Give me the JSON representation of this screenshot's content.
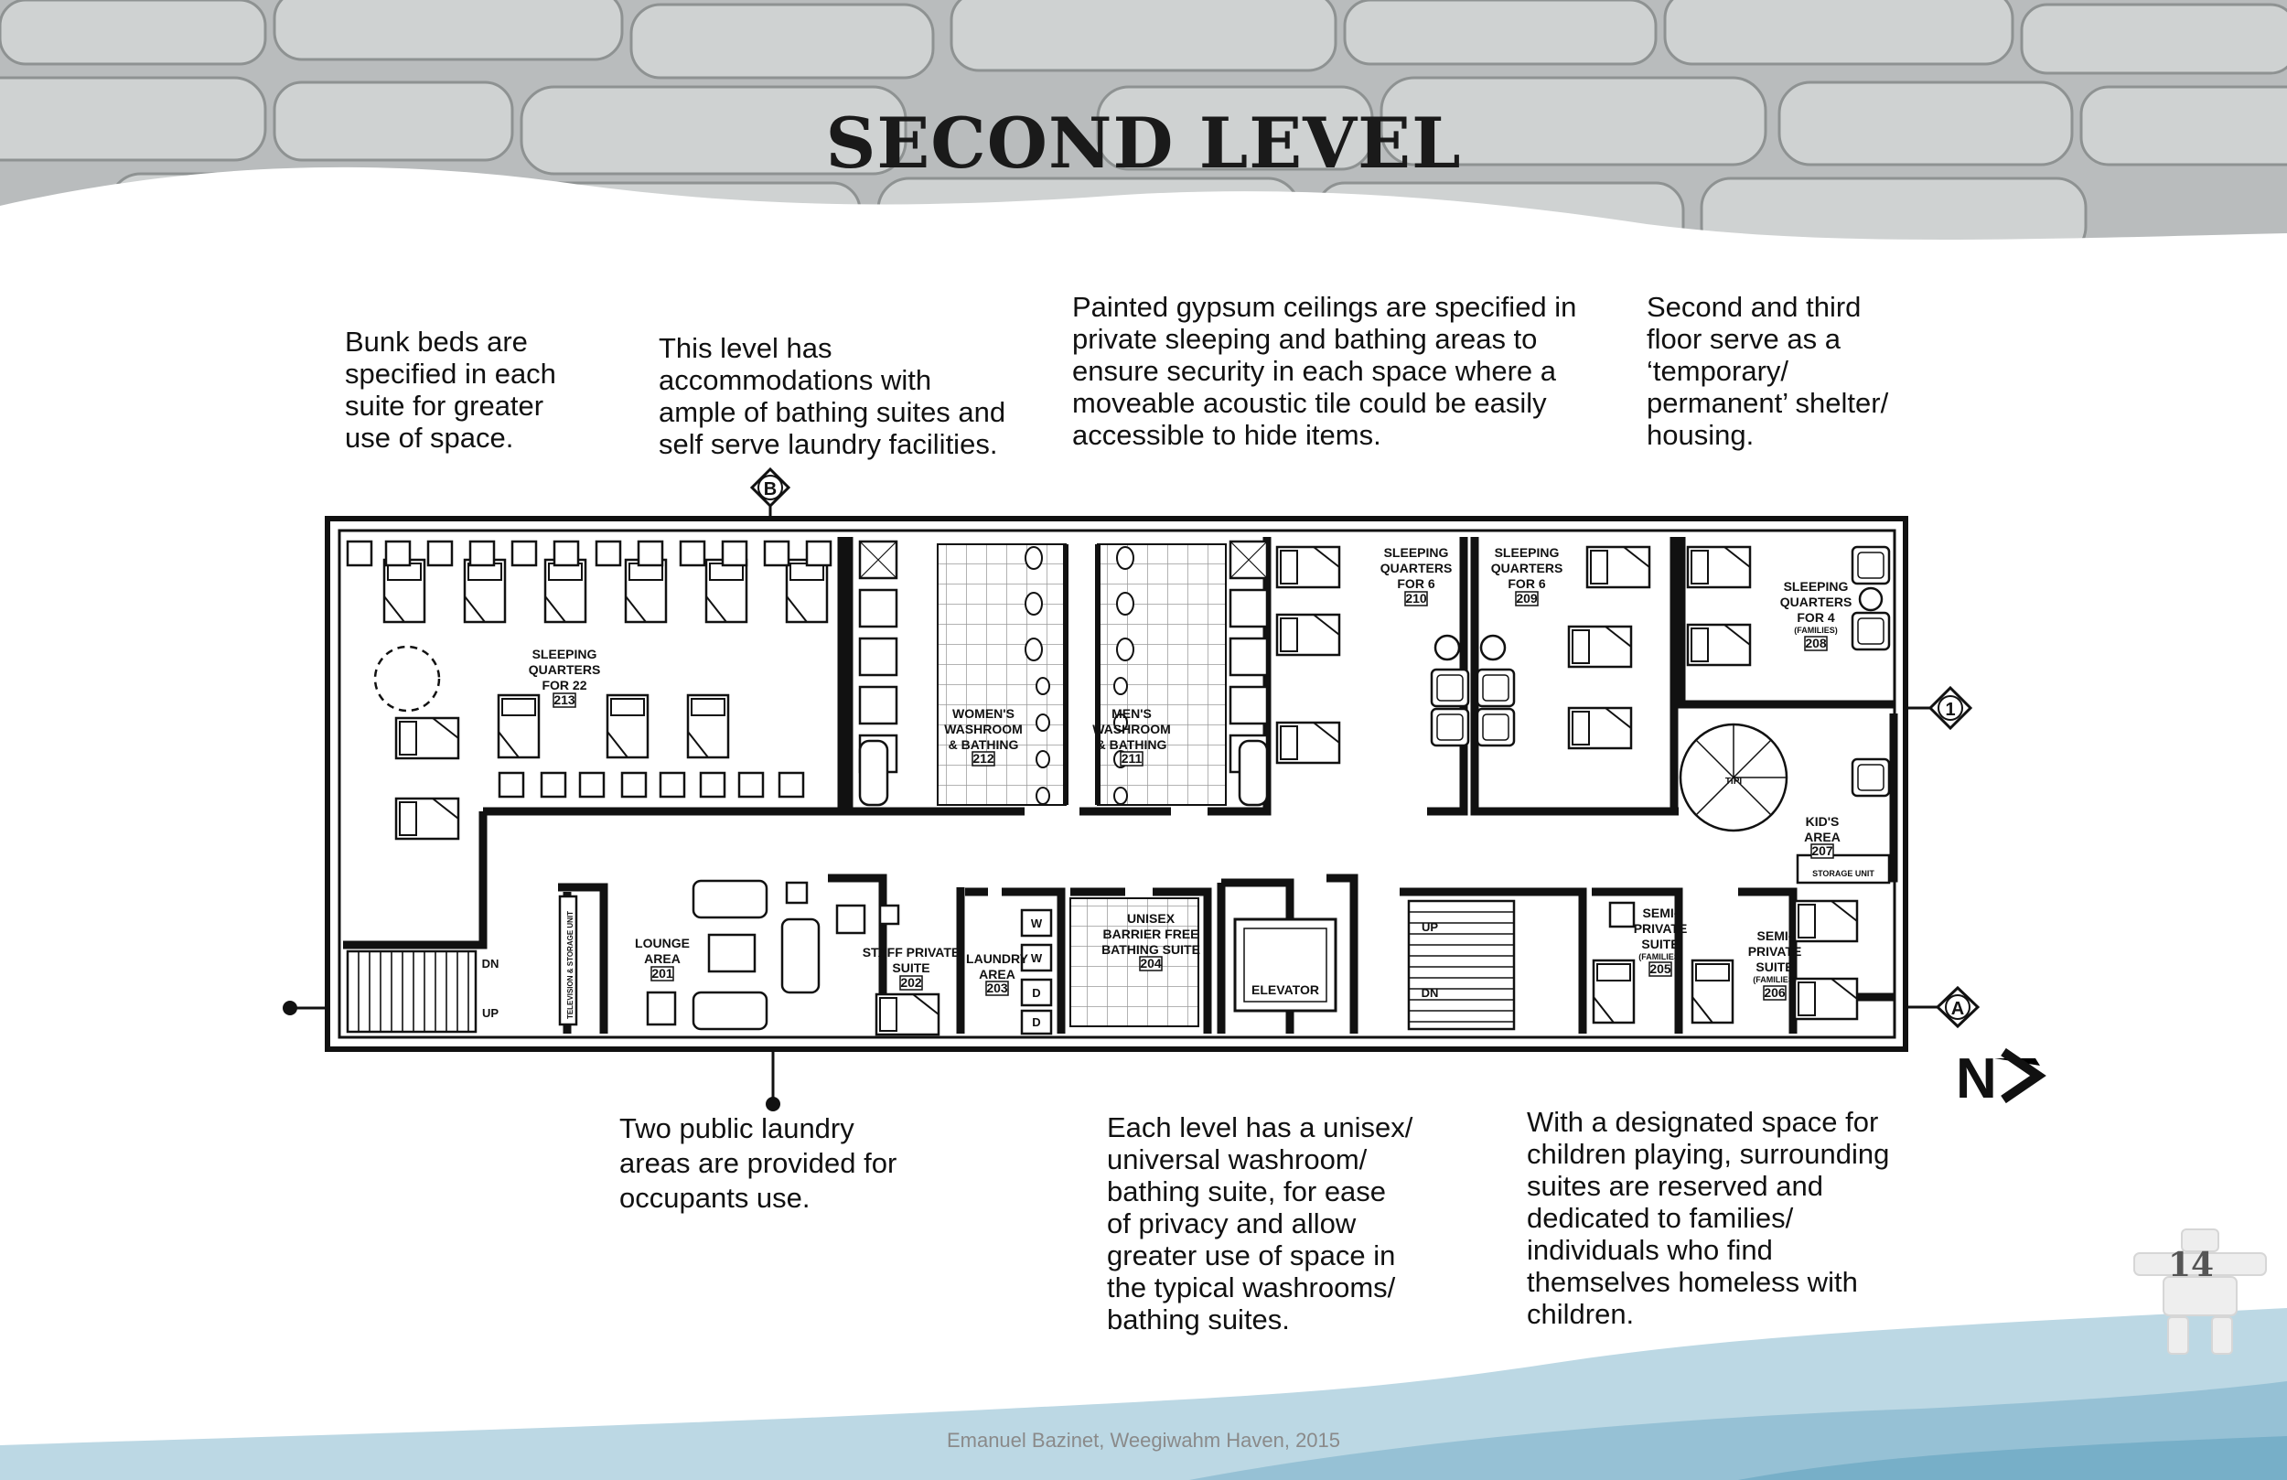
{
  "page": {
    "title": "SECOND LEVEL",
    "footer": "Emanuel Bazinet, Weegiwahm Haven, 2015",
    "page_number": "14"
  },
  "notes": [
    {
      "id": "bunk",
      "lines": [
        "Bunk beds are",
        "specified in each",
        "suite for greater",
        "use of space."
      ]
    },
    {
      "id": "bath",
      "lines": [
        "This level has",
        "accommodations with",
        "ample of bathing suites and",
        "self serve laundry facilities."
      ]
    },
    {
      "id": "ceil",
      "lines": [
        "Painted gypsum ceilings are specified in",
        "private sleeping and bathing areas to",
        "ensure security in each space where a",
        "moveable acoustic tile could be easily",
        "accessible to hide items."
      ]
    },
    {
      "id": "floor",
      "lines": [
        "Second and third",
        "floor serve as a",
        "‘temporary/",
        "permanent’ shelter/",
        "housing."
      ]
    },
    {
      "id": "laundry",
      "lines": [
        "Two public laundry",
        "areas are provided for",
        "occupants use."
      ]
    },
    {
      "id": "unisex",
      "lines": [
        "Each level has a unisex/",
        "universal washroom/",
        "bathing suite, for ease",
        "of privacy and allow",
        "greater use of space in",
        "the typical washrooms/",
        "bathing suites."
      ]
    },
    {
      "id": "kids",
      "lines": [
        "With a designated space for",
        "children playing, surrounding",
        "suites are reserved and",
        "dedicated to families/",
        "individuals who find",
        "themselves homeless with",
        "children."
      ]
    }
  ],
  "rooms": {
    "r213": {
      "lines": [
        "SLEEPING",
        "QUARTERS",
        "FOR 22"
      ],
      "number": "213"
    },
    "r212": {
      "lines": [
        "WOMEN'S",
        "WASHROOM",
        "& BATHING"
      ],
      "number": "212"
    },
    "r211": {
      "lines": [
        "MEN'S",
        "WASHROOM",
        "& BATHING"
      ],
      "number": "211"
    },
    "r210": {
      "lines": [
        "SLEEPING",
        "QUARTERS",
        "FOR 6"
      ],
      "number": "210"
    },
    "r209": {
      "lines": [
        "SLEEPING",
        "QUARTERS",
        "FOR 6"
      ],
      "number": "209"
    },
    "r208": {
      "lines": [
        "SLEEPING",
        "QUARTERS",
        "FOR 4"
      ],
      "sub": "(FAMILIES)",
      "number": "208"
    },
    "r207": {
      "lines": [
        "KID'S",
        "AREA"
      ],
      "number": "207"
    },
    "r201": {
      "lines": [
        "LOUNGE",
        "AREA"
      ],
      "number": "201"
    },
    "r202": {
      "lines": [
        "STAFF PRIVATE",
        "SUITE"
      ],
      "number": "202"
    },
    "r203": {
      "lines": [
        "LAUNDRY",
        "AREA"
      ],
      "number": "203"
    },
    "r204": {
      "lines": [
        "UNISEX",
        "BARRIER FREE",
        "BATHING SUITE"
      ],
      "number": "204"
    },
    "r205": {
      "lines": [
        "SEMI-",
        "PRIVATE",
        "SUITE"
      ],
      "sub": "(FAMILIES)",
      "number": "205"
    },
    "r206": {
      "lines": [
        "SEMI-",
        "PRIVATE",
        "SUITE"
      ],
      "sub": "(FAMILIES)",
      "number": "206"
    }
  },
  "plan_labels": {
    "storage_unit": "STORAGE UNIT",
    "elevator": "ELEVATOR",
    "up": "UP",
    "dn": "DN",
    "tv_storage": "TELEVISION & STORAGE UNIT",
    "tipi": "TIPI",
    "washer": "W",
    "dryer": "D"
  },
  "markers": {
    "section_b": "B",
    "section_a": "A",
    "grid_1": "1",
    "north": "N"
  }
}
